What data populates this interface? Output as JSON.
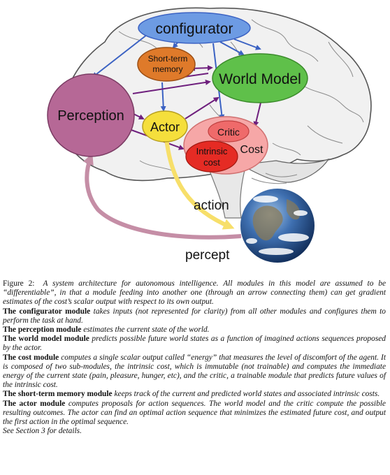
{
  "diagram": {
    "nodes": {
      "configurator": "configurator",
      "short_term_memory_line1": "Short-term",
      "short_term_memory_line2": "memory",
      "world_model": "World Model",
      "perception": "Perception",
      "actor": "Actor",
      "critic": "Critic",
      "cost": "Cost",
      "intrinsic_cost_line1": "Intrinsic",
      "intrinsic_cost_line2": "cost"
    },
    "edge_labels": {
      "action": "action",
      "percept": "percept"
    }
  },
  "caption": {
    "figure_label": "Figure 2:",
    "intro": "A system architecture for autonomous intelligence. All modules in this model are assumed to be “differentiable”, in that a module feeding into another one (through an arrow connecting them) can get gradient estimates of the cost’s scalar output with respect to its own output.",
    "modules": [
      {
        "name": "The configurator module",
        "text": "takes inputs (not represented for clarity) from all other modules and configures them to perform the task at hand."
      },
      {
        "name": "The perception module",
        "text": "estimates the current state of the world."
      },
      {
        "name": "The world model module",
        "text": "predicts possible future world states as a function of imagined actions sequences proposed by the actor."
      },
      {
        "name": "The cost module",
        "text": "computes a single scalar output called “energy” that measures the level of discomfort of the agent. It is composed of two sub-modules, the intrinsic cost, which is immutable (not trainable) and computes the immediate energy of the current state (pain, pleasure, hunger, etc), and the critic, a trainable module that predicts future values of the intrinsic cost."
      },
      {
        "name": "The short-term memory module",
        "text": "keeps track of the current and predicted world states and associated intrinsic costs."
      },
      {
        "name": "The actor module",
        "text": "computes proposals for action sequences. The world model and the critic compute the possible resulting outcomes. The actor can find an optimal action sequence that minimizes the estimated future cost, and output the first action in the optimal sequence."
      }
    ],
    "see_also": "See Section 3 for details."
  },
  "colors": {
    "configurator": "#6d9be3",
    "short_term_memory": "#df7a2a",
    "world_model": "#5fc04a",
    "perception": "#b66896",
    "actor": "#f5df3c",
    "cost": "#f6a7a7",
    "critic": "#ef6a6a",
    "intrinsic_cost": "#e52b24",
    "blue_arrow": "#3b62c3",
    "purple_arrow": "#6e1f7d",
    "action_arrow": "#f7df6a",
    "percept_arrow": "#c58ea6"
  }
}
